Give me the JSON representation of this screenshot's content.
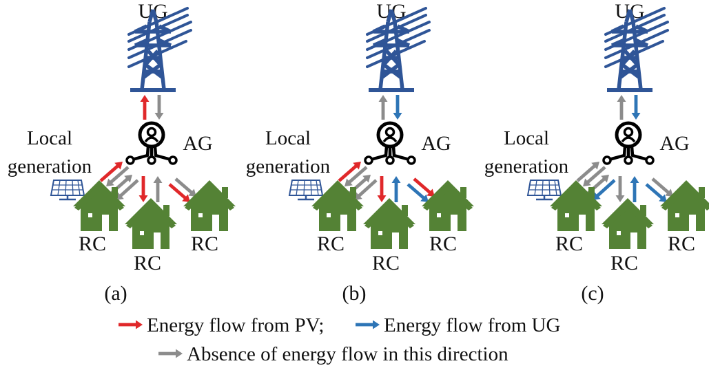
{
  "colors": {
    "pv": "#e0282a",
    "ug": "#2e75b6",
    "none": "#8c8c8c",
    "tower": "#2f5597",
    "house": "#548235",
    "panel": "#2f5597",
    "aggregator": "#000000"
  },
  "labels": {
    "ug": "UG",
    "ag": "AG",
    "rc": "RC",
    "local_line1": "Local",
    "local_line2": "generation"
  },
  "panels": [
    {
      "caption": "(a)",
      "show_pv": true,
      "flows": {
        "ug_up": "pv",
        "ug_down": "none",
        "pv_in": "pv",
        "pv_out": "none",
        "rc1_out": "none",
        "rc1_in": "none",
        "rc2_in": "pv",
        "rc2_out": "none",
        "rc3_out": "none",
        "rc3_in": "pv"
      }
    },
    {
      "caption": "(b)",
      "show_pv": true,
      "flows": {
        "ug_up": "none",
        "ug_down": "ug",
        "pv_in": "pv",
        "pv_out": "none",
        "rc1_out": "none",
        "rc1_in": "none",
        "rc2_in": "pv",
        "rc2_out": "ug",
        "rc3_out": "pv",
        "rc3_in": "ug"
      }
    },
    {
      "caption": "(c)",
      "show_pv": true,
      "flows": {
        "ug_up": "none",
        "ug_down": "ug",
        "pv_in": "none",
        "pv_out": "none",
        "rc1_out": "none",
        "rc1_in": "ug",
        "rc2_in": "none",
        "rc2_out": "ug",
        "rc3_out": "none",
        "rc3_in": "ug"
      }
    }
  ],
  "legend": {
    "pv_text": "Energy flow from PV;",
    "ug_text": "Energy flow from UG",
    "none_text": "Absence of energy flow in this direction"
  }
}
